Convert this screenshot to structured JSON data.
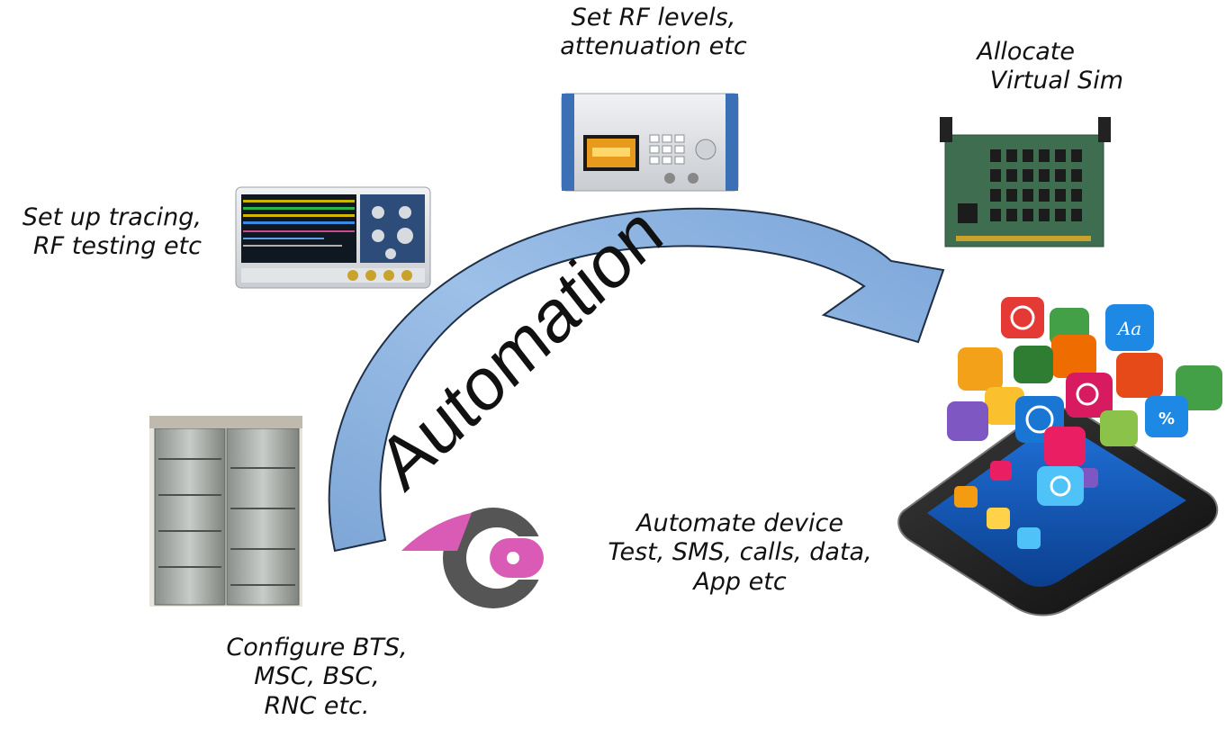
{
  "labels": {
    "rf_levels": [
      "Set RF levels,",
      "attenuation etc"
    ],
    "virtual_sim": [
      "Allocate",
      "Virtual Sim"
    ],
    "tracing": [
      "Set up tracing,",
      "RF testing etc"
    ],
    "device": [
      "Automate device",
      "Test, SMS, calls, data,",
      "App etc"
    ],
    "bts": [
      "Configure BTS,",
      "MSC, BSC,",
      "RNC etc."
    ]
  },
  "arrow_text": "Automation",
  "colors": {
    "arrow_fill": "#8eb4df",
    "arrow_stroke": "#1f2f45",
    "logo_gray": "#555555",
    "logo_magenta": "#d95bb5"
  },
  "icons": [
    "oscilloscope-icon",
    "signal-generator-icon",
    "sim-card-board-icon",
    "telecom-rack-icon",
    "smartphone-apps-icon",
    "company-logo"
  ]
}
